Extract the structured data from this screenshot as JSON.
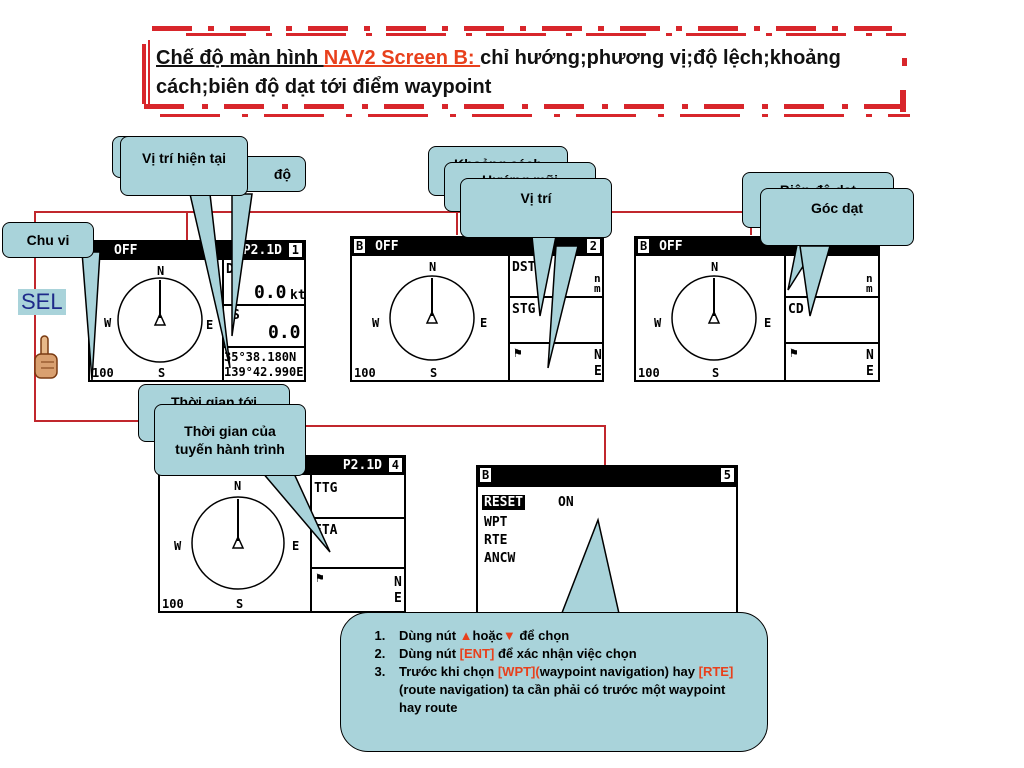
{
  "title": {
    "prefix": "Chế độ màn hình ",
    "highlight": "NAV2 Screen B: ",
    "suffix": "chỉ hướng;phương vị;độ lệch;khoảng cách;biên độ dạt tới điểm waypoint"
  },
  "sel_label": "SEL",
  "callouts": {
    "chu_vi": "Chu vi",
    "vi_tri_hien_tai": "Vị trí hiện tại",
    "toc_do_partial": "độ",
    "khoang_cach_partial": "Khoảng cách",
    "huong_partial": "Hướng mũi",
    "vi_tri": "Vị trí",
    "bien_do_dat_partial": "Biên độ dạt",
    "goc_dat": "Góc dạt",
    "thoi_gian_toi_partial": "Thời gian tới",
    "thoi_gian_tuyen": "Thời gian của tuyến hành trình"
  },
  "compass": {
    "n": "N",
    "s": "S",
    "e": "E",
    "w": "W",
    "range": "100"
  },
  "screen1": {
    "mode": "OFF",
    "page": "P2.1D",
    "num": "1",
    "speed": "0.0",
    "speed_unit": "kt",
    "course_label": "S",
    "course": "0.0",
    "lat": "35°38.180N",
    "lon": "139°42.990E",
    "top_label": "D"
  },
  "screen2": {
    "letter": "B",
    "mode": "OFF",
    "num": "2",
    "dst_label": "DST",
    "dst_unit_n": "n",
    "dst_unit_m": "m",
    "stg_label": "STG",
    "nav_n": "N",
    "nav_e": "E"
  },
  "screen3": {
    "letter": "B",
    "mode": "OFF",
    "num": "3",
    "cd_label": "CD",
    "unit_n": "n",
    "unit_m": "m",
    "nav_n": "N",
    "nav_e": "E"
  },
  "screen4": {
    "page": "P2.1D",
    "num": "4",
    "ttg_label": "TTG",
    "eta_label": "ETA",
    "nav_n": "N",
    "nav_e": "E"
  },
  "screen5": {
    "letter": "B",
    "num": "5",
    "reset_label": "RESET",
    "reset_value": "ON",
    "menu": [
      "WPT",
      "RTE",
      "ANCW"
    ]
  },
  "instructions": {
    "i1_a": "Dùng nút ",
    "i1_up": "▲",
    "i1_b": "hoặc",
    "i1_down": "▼",
    "i1_c": " để chọn",
    "i2_a": "Dùng nút ",
    "i2_ent": "[ENT]",
    "i2_b": " để xác nhận việc chọn",
    "i3_a": "Trước khi chọn ",
    "i3_wpt": "[WPT](",
    "i3_b": "waypoint navigation) hay ",
    "i3_rte": "[RTE]",
    "i3_c": " (route navigation) ta cần phải có trước một waypoint hay route"
  },
  "colors": {
    "accent_red": "#d8262b",
    "callout_fill": "#a9d3da",
    "highlight": "#e8401c"
  }
}
